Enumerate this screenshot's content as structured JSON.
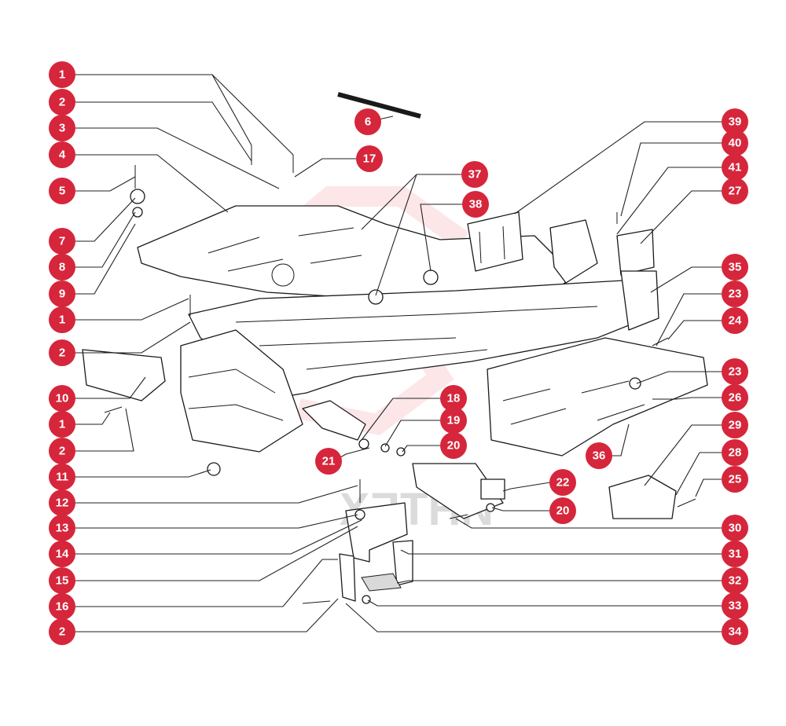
{
  "watermark": {
    "text": "ИНТЕХ",
    "color": "#e43a4a"
  },
  "colors": {
    "callout": "#d6263b",
    "callout_text": "#ffffff",
    "line": "#222222"
  },
  "callouts_left": [
    "1",
    "2",
    "3",
    "4",
    "5",
    "7",
    "8",
    "9",
    "1",
    "2",
    "10",
    "1",
    "2",
    "11",
    "12",
    "13",
    "14",
    "15",
    "16",
    "2"
  ],
  "callouts_right": [
    "39",
    "40",
    "41",
    "27",
    "35",
    "23",
    "24",
    "23",
    "26",
    "29",
    "28",
    "25",
    "30",
    "31",
    "32",
    "33",
    "34"
  ],
  "callouts_inner": [
    "6",
    "17",
    "37",
    "38",
    "18",
    "19",
    "20",
    "21",
    "22",
    "20",
    "36"
  ]
}
